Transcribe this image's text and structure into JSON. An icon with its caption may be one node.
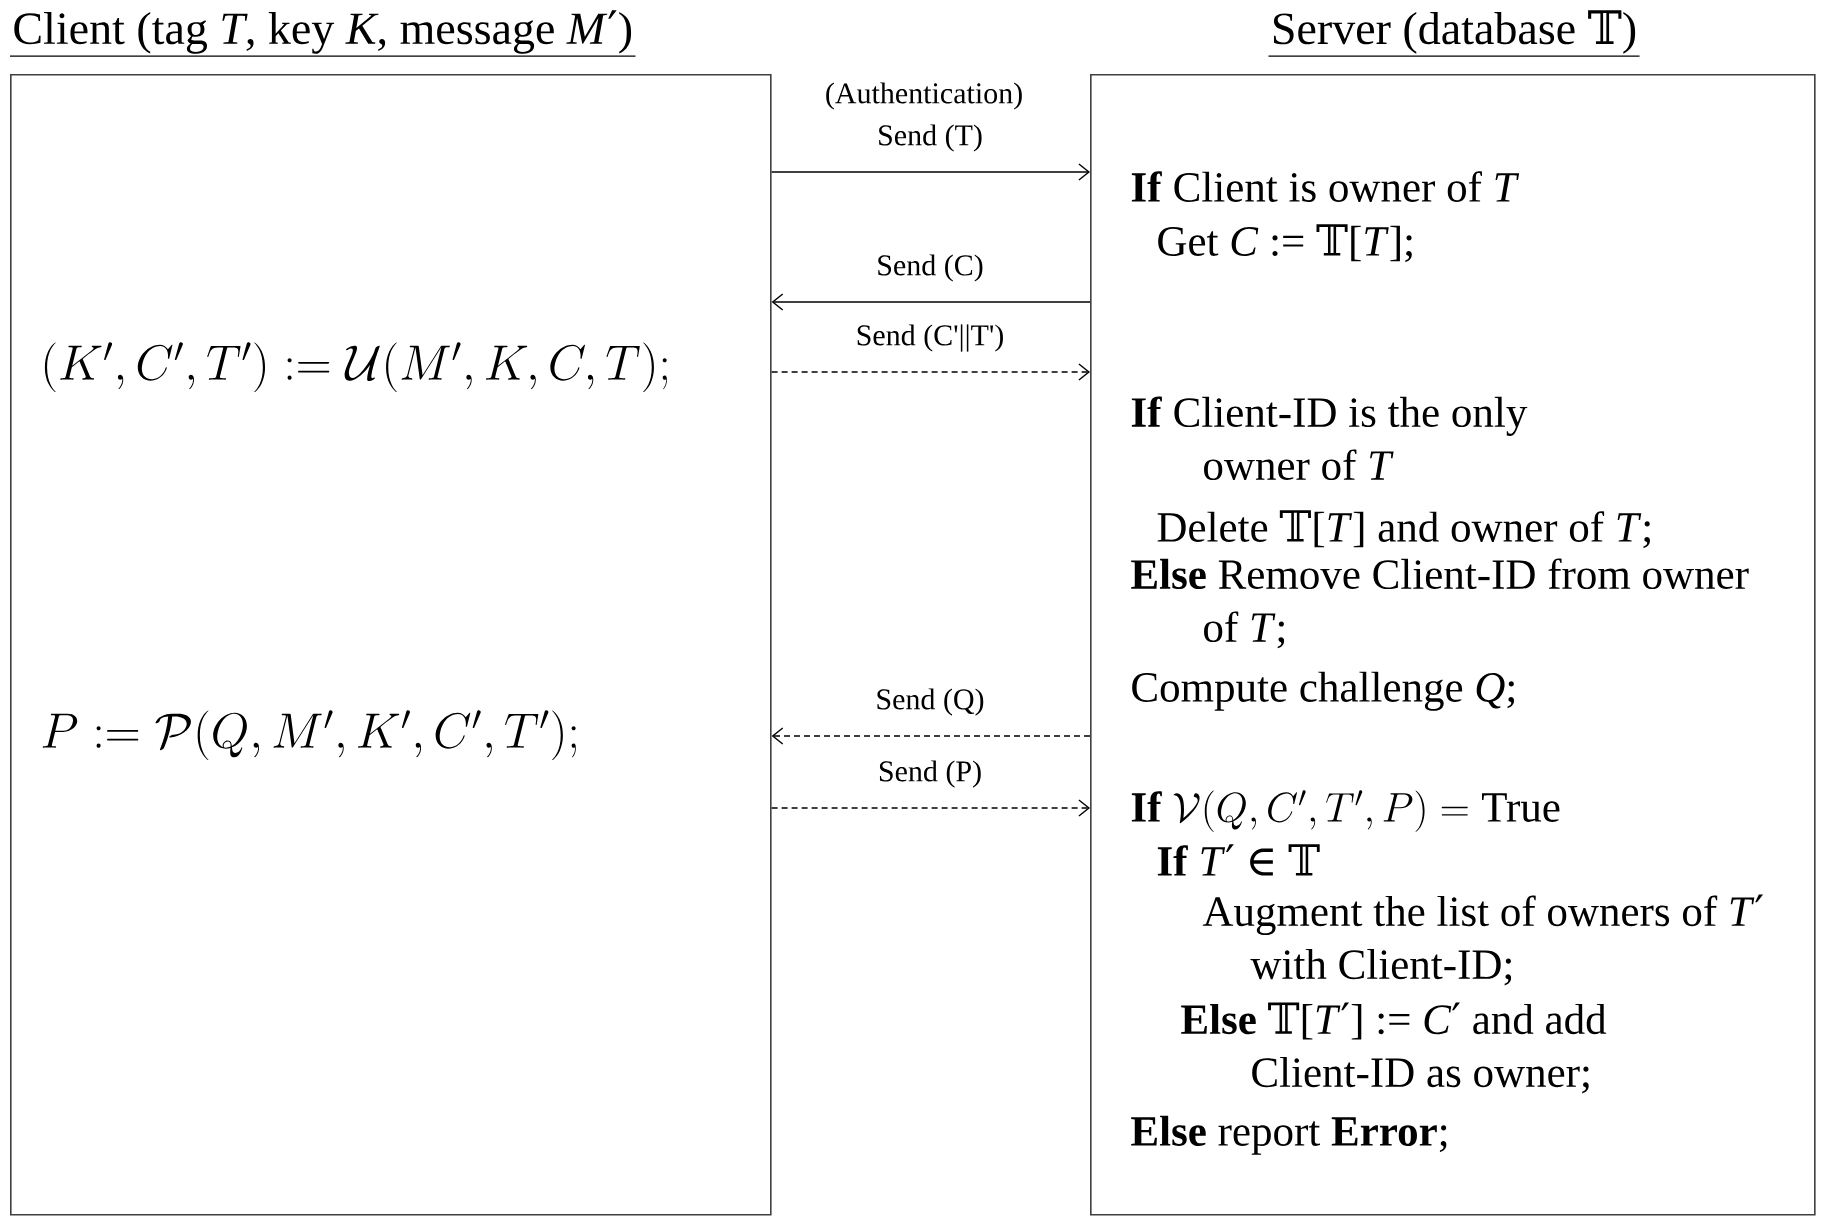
{
  "diagram": {
    "nodes": [
      {
        "text": [
          "Client (tag *T*, key *K*, message *M*′)",
          "(K',C',T') := \\mathcal{U}(M',K,C,T);",
          "P := \\mathcal{P}(Q,M',K',C',T');"
        ]
      },
      {
        "text": [
          "Server (database 𝕋)",
          "**If** Client is owner of *T*",
          "Get *C* := 𝕋[*T*];",
          "**If** Client-ID is the only owner of *T*",
          "Delete 𝕋[*T*] and owner of *T*;",
          "**Else** Remove Client-ID from owner of *T*;",
          "Compute challenge *Q*;",
          "\\textbf{If}\\ \\mathcal{V}(Q,C',T',P) = \\textsc{True}",
          "**If** *T*′ ∈ 𝕋",
          "Augment the list of owners of *T*′ with Client-ID;",
          "**Else** 𝕋[*T*′] := *C*′ and add Client-ID as owner;",
          "**Else** report **Error**;"
        ]
      }
    ],
    "edges": [
      {
        "from": 0,
        "to": 1,
        "arrow": "to",
        "label": "Send (T)"
      },
      {
        "from": 1,
        "to": 0,
        "arrow": "to",
        "label": "Send (C)"
      },
      {
        "from": 0,
        "to": 1,
        "arrow": "to",
        "label": "Send (C'||T')",
        "style": "dashed"
      },
      {
        "from": 1,
        "to": 0,
        "arrow": "to",
        "label": "Send (Q)",
        "style": "dashed"
      },
      {
        "from": 0,
        "to": 1,
        "arrow": "to",
        "label": "Send (P)",
        "style": "dashed"
      }
    ],
    "labels": [
      "(Authentication)"
    ]
  }
}
